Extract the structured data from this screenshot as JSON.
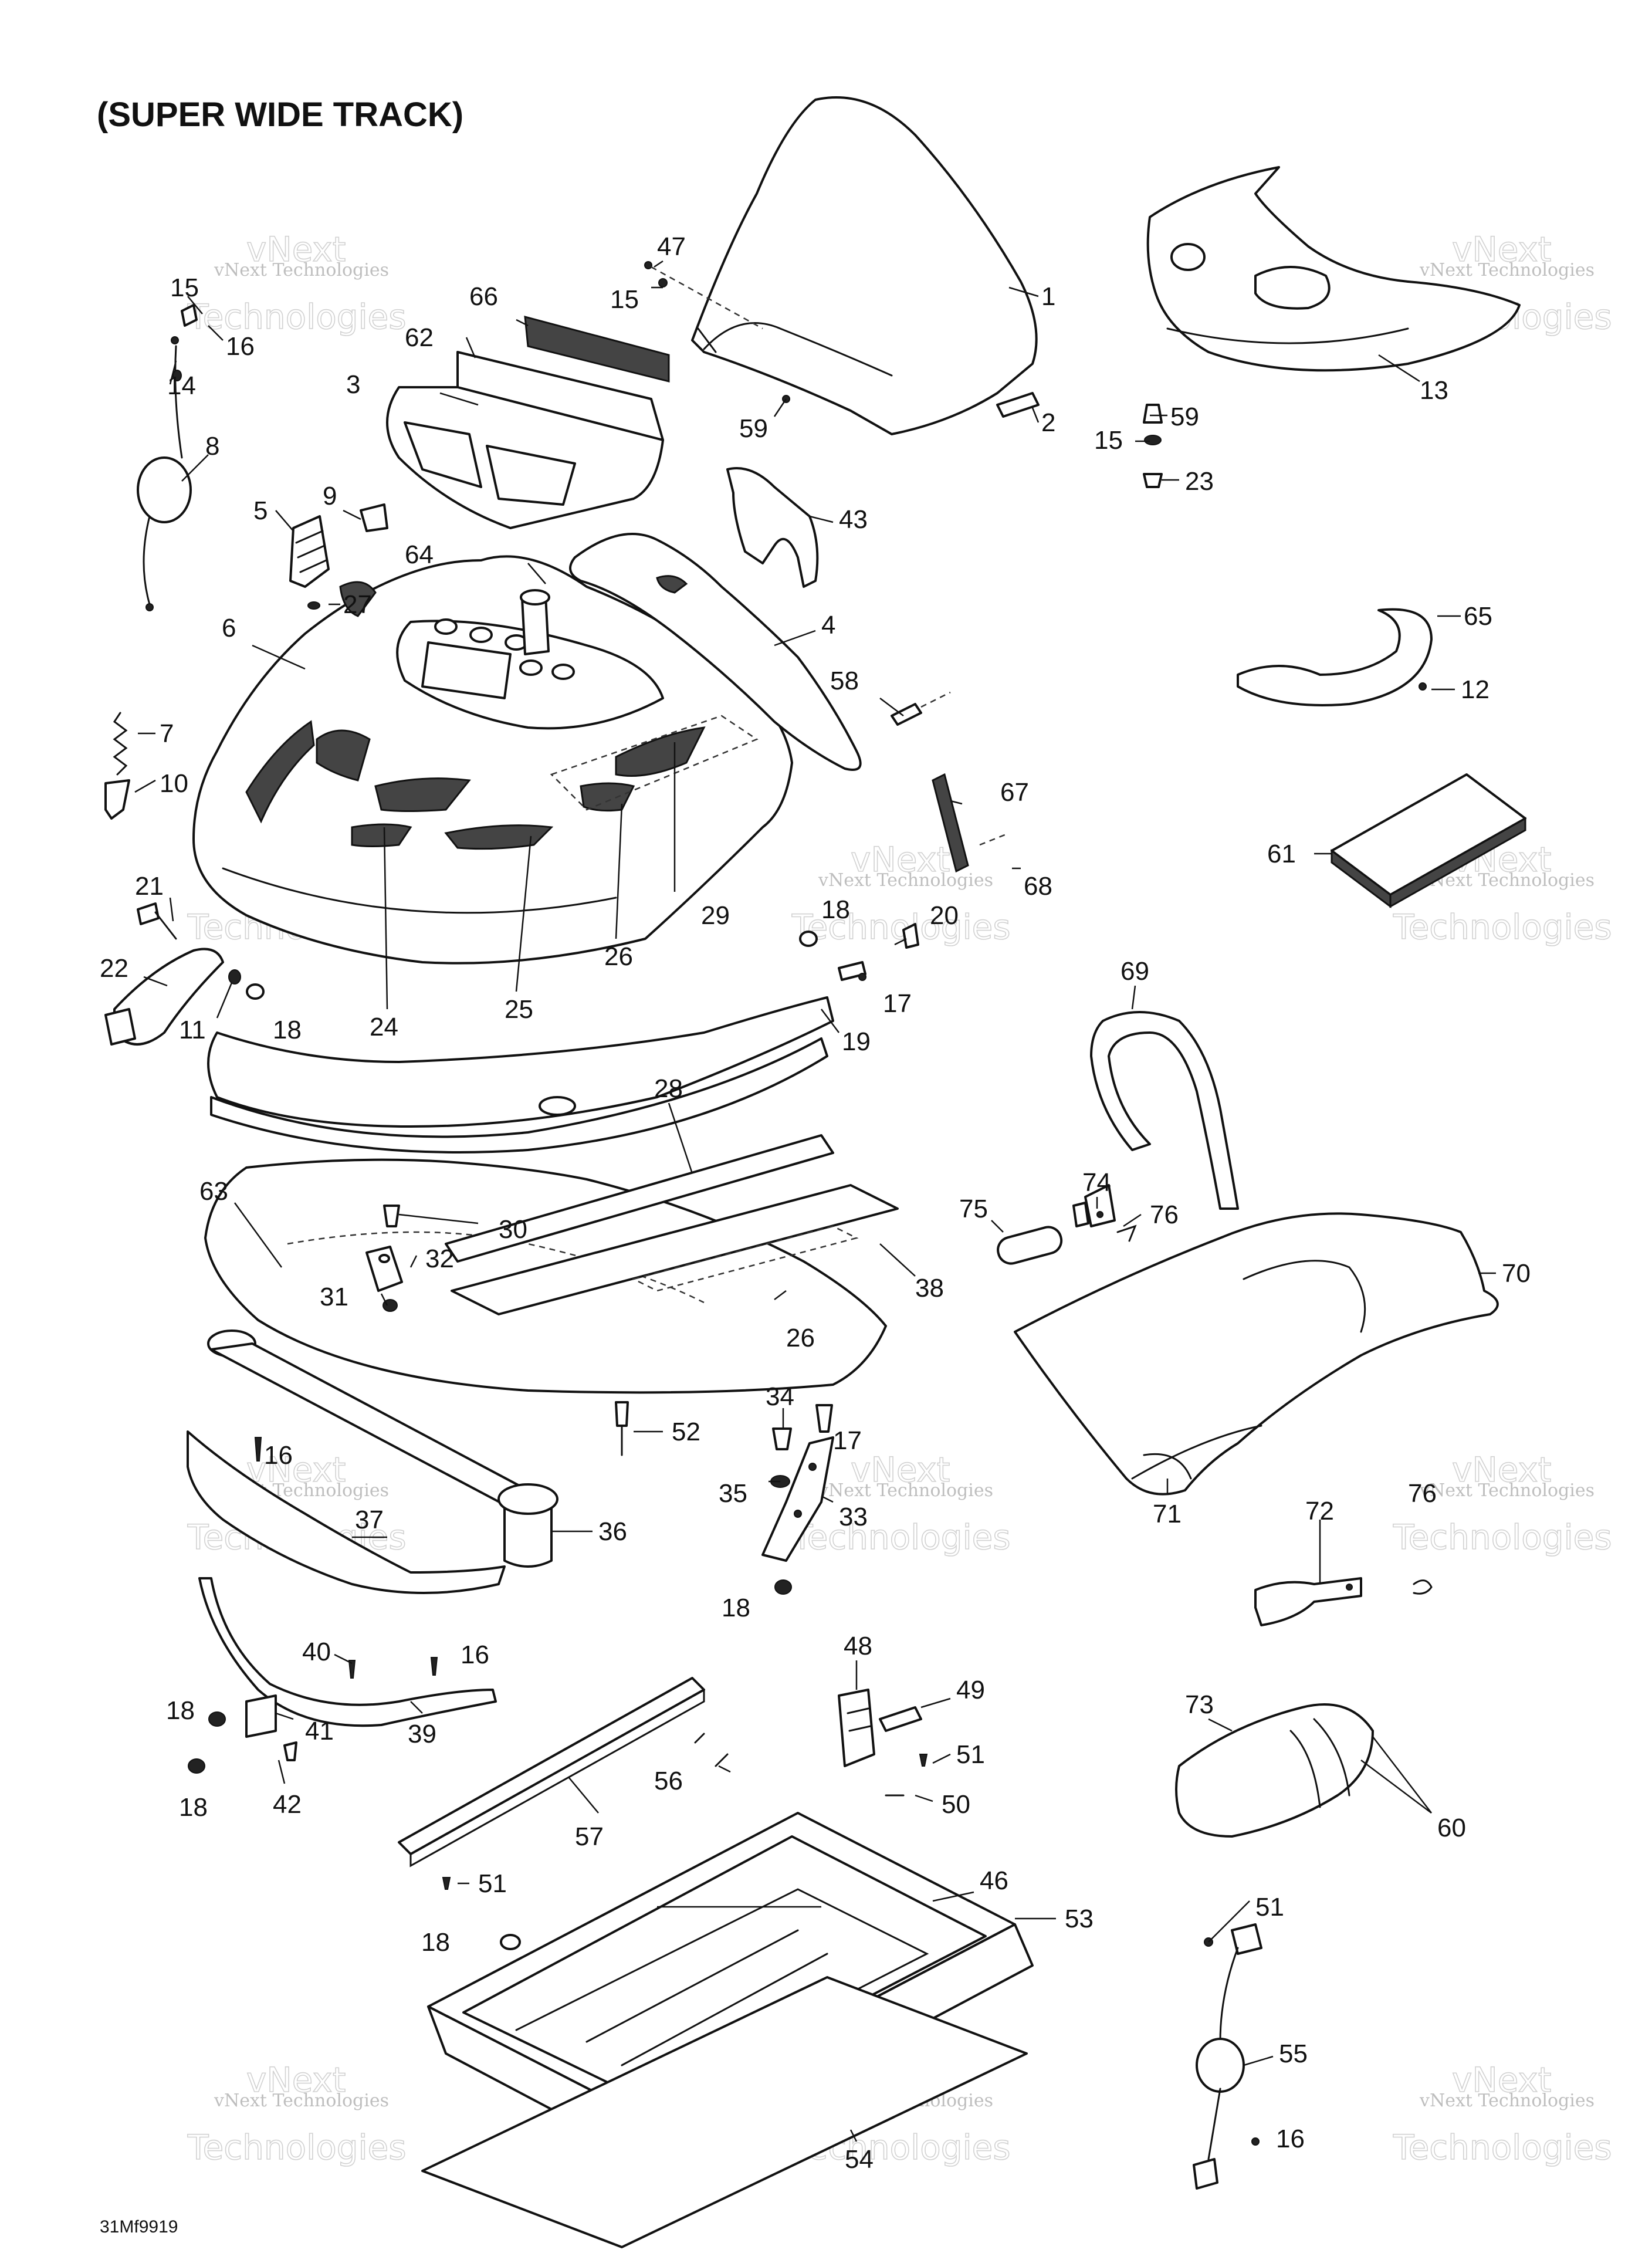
{
  "title": "(SUPER WIDE TRACK)",
  "drawing_code": "31Mf9919",
  "watermark": {
    "line1": "vNext Technologies",
    "line2": "Technologies",
    "line3": "vNext"
  },
  "callouts": [
    {
      "id": "c1",
      "n": "1"
    },
    {
      "id": "c2",
      "n": "2"
    },
    {
      "id": "c3",
      "n": "3"
    },
    {
      "id": "c4",
      "n": "4"
    },
    {
      "id": "c5",
      "n": "5"
    },
    {
      "id": "c6",
      "n": "6"
    },
    {
      "id": "c7",
      "n": "7"
    },
    {
      "id": "c8",
      "n": "8"
    },
    {
      "id": "c9",
      "n": "9"
    },
    {
      "id": "c10",
      "n": "10"
    },
    {
      "id": "c11",
      "n": "11"
    },
    {
      "id": "c12",
      "n": "12"
    },
    {
      "id": "c13",
      "n": "13"
    },
    {
      "id": "c14",
      "n": "14"
    },
    {
      "id": "c15a",
      "n": "15"
    },
    {
      "id": "c15b",
      "n": "15"
    },
    {
      "id": "c15c",
      "n": "15"
    },
    {
      "id": "c16a",
      "n": "16"
    },
    {
      "id": "c16b",
      "n": "16"
    },
    {
      "id": "c16c",
      "n": "16"
    },
    {
      "id": "c16d",
      "n": "16"
    },
    {
      "id": "c17a",
      "n": "17"
    },
    {
      "id": "c17b",
      "n": "17"
    },
    {
      "id": "c18a",
      "n": "18"
    },
    {
      "id": "c18b",
      "n": "18"
    },
    {
      "id": "c18c",
      "n": "18"
    },
    {
      "id": "c18d",
      "n": "18"
    },
    {
      "id": "c18e",
      "n": "18"
    },
    {
      "id": "c18f",
      "n": "18"
    },
    {
      "id": "c19",
      "n": "19"
    },
    {
      "id": "c20",
      "n": "20"
    },
    {
      "id": "c21",
      "n": "21"
    },
    {
      "id": "c22",
      "n": "22"
    },
    {
      "id": "c23",
      "n": "23"
    },
    {
      "id": "c24",
      "n": "24"
    },
    {
      "id": "c25",
      "n": "25"
    },
    {
      "id": "c26a",
      "n": "26"
    },
    {
      "id": "c26b",
      "n": "26"
    },
    {
      "id": "c27",
      "n": "27"
    },
    {
      "id": "c28",
      "n": "28"
    },
    {
      "id": "c29",
      "n": "29"
    },
    {
      "id": "c30",
      "n": "30"
    },
    {
      "id": "c31",
      "n": "31"
    },
    {
      "id": "c32",
      "n": "32"
    },
    {
      "id": "c33",
      "n": "33"
    },
    {
      "id": "c34",
      "n": "34"
    },
    {
      "id": "c35",
      "n": "35"
    },
    {
      "id": "c36",
      "n": "36"
    },
    {
      "id": "c37",
      "n": "37"
    },
    {
      "id": "c38",
      "n": "38"
    },
    {
      "id": "c39",
      "n": "39"
    },
    {
      "id": "c40",
      "n": "40"
    },
    {
      "id": "c41",
      "n": "41"
    },
    {
      "id": "c42",
      "n": "42"
    },
    {
      "id": "c43",
      "n": "43"
    },
    {
      "id": "c46",
      "n": "46"
    },
    {
      "id": "c47",
      "n": "47"
    },
    {
      "id": "c48",
      "n": "48"
    },
    {
      "id": "c49",
      "n": "49"
    },
    {
      "id": "c50",
      "n": "50"
    },
    {
      "id": "c51a",
      "n": "51"
    },
    {
      "id": "c51b",
      "n": "51"
    },
    {
      "id": "c51c",
      "n": "51"
    },
    {
      "id": "c52",
      "n": "52"
    },
    {
      "id": "c53",
      "n": "53"
    },
    {
      "id": "c54",
      "n": "54"
    },
    {
      "id": "c55",
      "n": "55"
    },
    {
      "id": "c56",
      "n": "56"
    },
    {
      "id": "c57",
      "n": "57"
    },
    {
      "id": "c58",
      "n": "58"
    },
    {
      "id": "c59a",
      "n": "59"
    },
    {
      "id": "c59b",
      "n": "59"
    },
    {
      "id": "c60",
      "n": "60"
    },
    {
      "id": "c61",
      "n": "61"
    },
    {
      "id": "c62",
      "n": "62"
    },
    {
      "id": "c63",
      "n": "63"
    },
    {
      "id": "c64",
      "n": "64"
    },
    {
      "id": "c65",
      "n": "65"
    },
    {
      "id": "c66",
      "n": "66"
    },
    {
      "id": "c67",
      "n": "67"
    },
    {
      "id": "c68",
      "n": "68"
    },
    {
      "id": "c69",
      "n": "69"
    },
    {
      "id": "c70",
      "n": "70"
    },
    {
      "id": "c71",
      "n": "71"
    },
    {
      "id": "c72",
      "n": "72"
    },
    {
      "id": "c73",
      "n": "73"
    },
    {
      "id": "c74",
      "n": "74"
    },
    {
      "id": "c75",
      "n": "75"
    },
    {
      "id": "c76a",
      "n": "76"
    },
    {
      "id": "c76b",
      "n": "76"
    }
  ]
}
